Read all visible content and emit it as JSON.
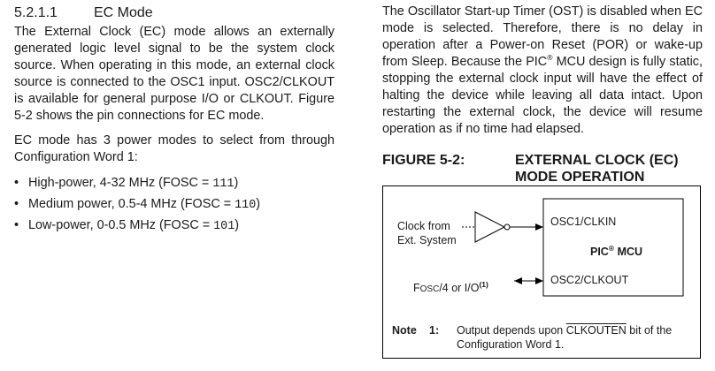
{
  "section": {
    "number": "5.2.1.1",
    "title": "EC Mode"
  },
  "left": {
    "para1": "The External Clock (EC) mode allows an externally generated logic level signal to be the system clock source. When operating in this mode, an external clock source is connected to the OSC1 input. OSC2/CLKOUT is available for general purpose I/O or CLKOUT. Figure 5-2 shows the pin connections for EC mode.",
    "para2": "EC mode has 3 power modes to select from through Configuration Word 1:",
    "bullets": [
      {
        "text": "High-power, 4-32 MHz (FOSC = ",
        "code": "111",
        "close": ")"
      },
      {
        "text": "Medium power, 0.5-4 MHz (FOSC = ",
        "code": "110",
        "close": ")"
      },
      {
        "text": "Low-power, 0-0.5 MHz (FOSC = ",
        "code": "101",
        "close": ")"
      }
    ]
  },
  "right": {
    "para_a": "The Oscillator Start-up Timer (OST) is disabled when EC mode is selected. Therefore, there is no delay in operation after a Power-on Reset (POR) or wake-up from Sleep. Because the PIC",
    "para_reg": "®",
    "para_b": " MCU design is fully static, stopping the external clock input will have the effect of halting the device while leaving all data intact. Upon restarting the external clock, the device will resume operation as if no time had elapsed."
  },
  "figure": {
    "label": "FIGURE 5-2:",
    "caption": "EXTERNAL CLOCK (EC) MODE OPERATION",
    "clock_from": "Clock from",
    "ext_system": "Ext. System",
    "osc1": "OSC1/CLKIN",
    "mcu_a": "PIC",
    "mcu_reg": "®",
    "mcu_b": " MCU",
    "osc2": "OSC2/CLKOUT",
    "fosc_f": "F",
    "fosc_osc": "OSC",
    "fosc_rest": "/4 or  I/O",
    "fosc_note_ref": "(1)",
    "note_label": "Note",
    "note_num": "1:",
    "note_pre": "Output depends upon ",
    "note_signal": "CLKOUTEN",
    "note_post": " bit of the",
    "note_line2": "Configuration Word 1."
  }
}
